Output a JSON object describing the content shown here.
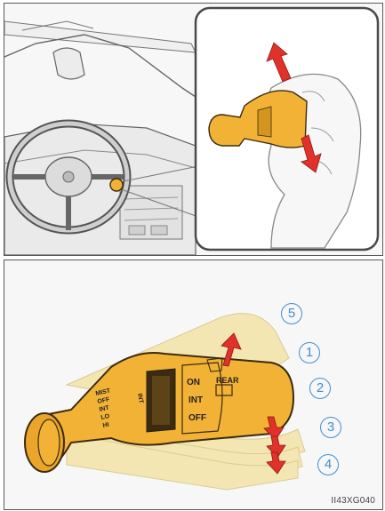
{
  "figure": {
    "code": "II43XG040",
    "top_panel": {
      "cab_view": "dashboard with steering wheel and highlighted wiper lever",
      "hand_view": "hand moving lever up and down"
    },
    "bottom_panel": {
      "lever_left_labels": [
        "MIST",
        "OFF",
        "INT",
        "LO",
        "HI"
      ],
      "lever_side_label": "INT",
      "lever_right_labels": [
        "ON",
        "INT",
        "OFF"
      ],
      "rear_label": "REAR",
      "positions": [
        "5",
        "1",
        "2",
        "3",
        "4"
      ]
    },
    "colors": {
      "lever": "#f2b236",
      "lever_outline": "#3b2b10",
      "arrow": "#e0322a",
      "position_ring": "#3f8ed3",
      "panel_border": "#5a5a5a",
      "ghost": "#f4e6b0"
    }
  }
}
